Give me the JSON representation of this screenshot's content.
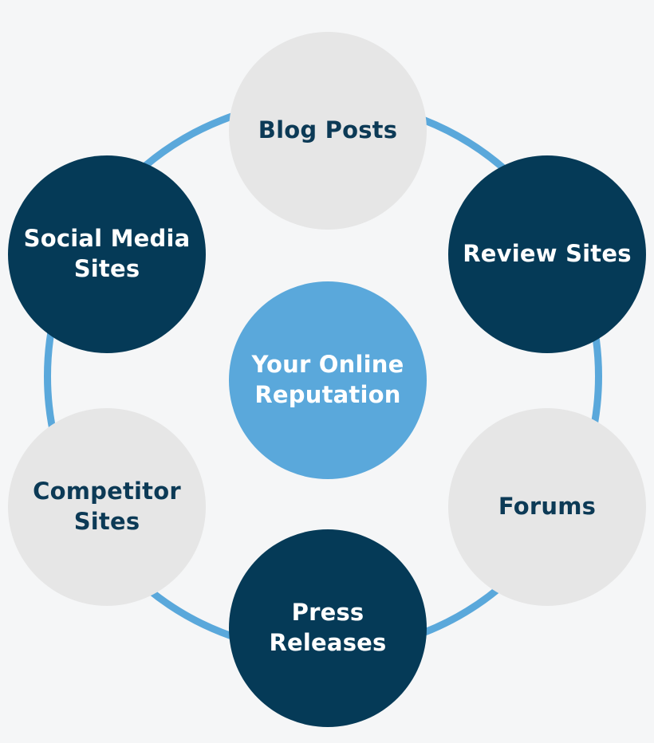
{
  "diagram": {
    "center": {
      "label": "Your Online\nReputation"
    },
    "nodes": [
      {
        "label": "Blog Posts"
      },
      {
        "label": "Review Sites"
      },
      {
        "label": "Forums"
      },
      {
        "label": "Press\nReleases"
      },
      {
        "label": "Competitor\nSites"
      },
      {
        "label": "Social Media\nSites"
      }
    ]
  },
  "colors": {
    "background": "#f5f6f7",
    "ring": "#5aa8db",
    "dark_node": "#053a57",
    "light_node": "#e6e6e6",
    "center_node": "#5aa8db",
    "dark_text": "#0c3a56"
  }
}
